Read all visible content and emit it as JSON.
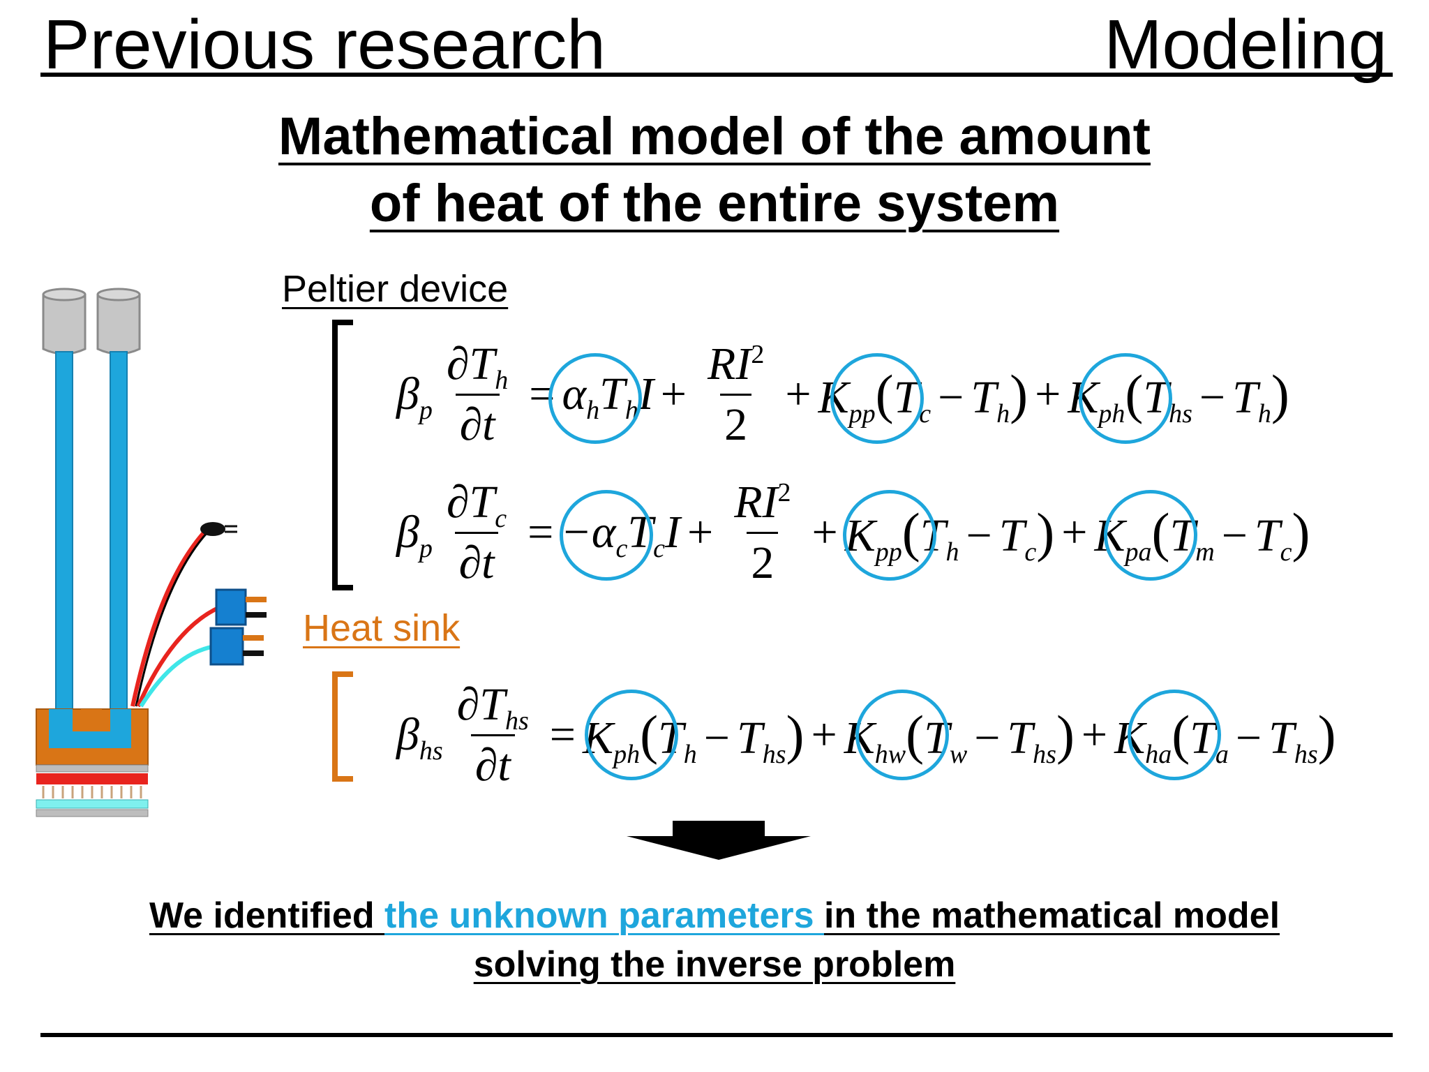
{
  "header": {
    "left_title": "Previous research",
    "right_title": "Modeling"
  },
  "title": {
    "line1": "Mathematical model of the amount ",
    "line2": "of heat of the entire system"
  },
  "sections": {
    "peltier": {
      "label": "Peltier device",
      "color": "#000000"
    },
    "heat_sink": {
      "label": "Heat sink",
      "color": "#d97516"
    }
  },
  "equations": {
    "eq1": {
      "beta": "β",
      "beta_sub": "p",
      "d_num": "∂T",
      "d_num_sub": "h",
      "d_den": "∂t",
      "eq_sign": "=",
      "t1": "α",
      "t1_sub": "h",
      "t1b": "T",
      "t1b_sub": "h",
      "t1c": "I",
      "plus1": "+",
      "frac2_num": "RI",
      "frac2_sup": "2",
      "frac2_den": "2",
      "plus2": "+",
      "k1": "K",
      "k1_sub": "pp",
      "p1a": "T",
      "p1a_sub": "c",
      "minus1": "−",
      "p1b": "T",
      "p1b_sub": "h",
      "plus3": "+",
      "k2": "K",
      "k2_sub": "ph",
      "p2a": "T",
      "p2a_sub": "hs",
      "minus2": "−",
      "p2b": "T",
      "p2b_sub": "h"
    },
    "eq2": {
      "beta": "β",
      "beta_sub": "p",
      "d_num": "∂T",
      "d_num_sub": "c",
      "d_den": "∂t",
      "eq_sign": "=",
      "t1": "−α",
      "t1_sub": "c",
      "t1b": "T",
      "t1b_sub": "c",
      "t1c": "I",
      "plus1": "+",
      "frac2_num": "RI",
      "frac2_sup": "2",
      "frac2_den": "2",
      "plus2": "+",
      "k1": "K",
      "k1_sub": "pp",
      "p1a": "T",
      "p1a_sub": "h",
      "minus1": "−",
      "p1b": "T",
      "p1b_sub": "c",
      "plus3": "+",
      "k2": "K",
      "k2_sub": "pa",
      "p2a": "T",
      "p2a_sub": "m",
      "minus2": "−",
      "p2b": "T",
      "p2b_sub": "c"
    },
    "eq3": {
      "beta": "β",
      "beta_sub": "hs",
      "d_num": "∂T",
      "d_num_sub": "hs",
      "d_den": "∂t",
      "eq_sign": "=",
      "k0": "K",
      "k0_sub": "ph",
      "p0a": "T",
      "p0a_sub": "h",
      "minus0": "−",
      "p0b": "T",
      "p0b_sub": "hs",
      "plus1": "+",
      "k1": "K",
      "k1_sub": "hw",
      "p1a": "T",
      "p1a_sub": "w",
      "minus1": "−",
      "p1b": "T",
      "p1b_sub": "hs",
      "plus2": "+",
      "k2": "K",
      "k2_sub": "ha",
      "p2a": "T",
      "p2a_sub": "a",
      "minus2": "−",
      "p2b": "T",
      "p2b_sub": "hs"
    }
  },
  "conclusion": {
    "part1": "We identified ",
    "part2": "the unknown parameters ",
    "part3": "in the mathematical model",
    "line2": "solving the inverse problem",
    "accent_color": "#1ea6dc"
  },
  "icons": {
    "arrow": "down-arrow-icon",
    "device": "peltier-heat-sink-device-icon"
  },
  "colors": {
    "highlight": "#1ea6dc",
    "heat_sink_bracket": "#d97516",
    "device_blue": "#1ea6dc",
    "device_orange": "#d97516"
  }
}
